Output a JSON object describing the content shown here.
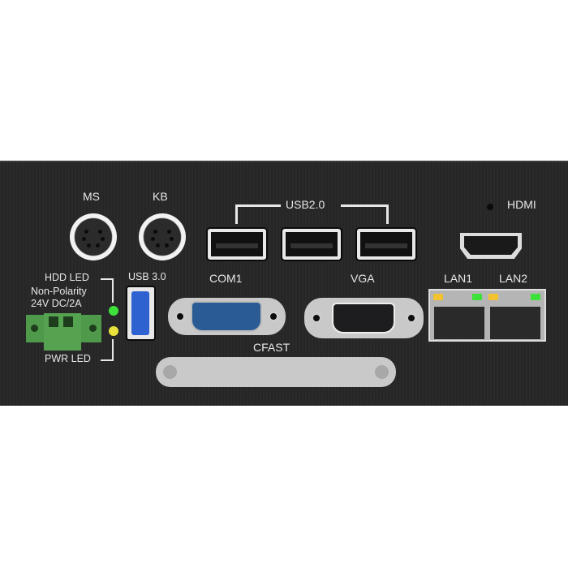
{
  "labels": {
    "ms": "MS",
    "kb": "KB",
    "usb2": "USB2.0",
    "hdmi": "HDMI",
    "hdd_led": "HDD  LED",
    "non_polarity": "Non-Polarity",
    "power_spec": "24V  DC/2A",
    "pwr_led": "PWR  LED",
    "usb3": "USB  3.0",
    "com1": "COM1",
    "vga": "VGA",
    "cfast": "CFAST",
    "lan1": "LAN1",
    "lan2": "LAN2"
  },
  "colors": {
    "panel": "#282829",
    "usb3_blue": "#2e62d0",
    "com_blue": "#2a5b94",
    "terminal_green": "#4e9a4a",
    "led_green": "#3ee03a",
    "led_yellow": "#e8e23a",
    "lan_amber": "#f2c230"
  }
}
